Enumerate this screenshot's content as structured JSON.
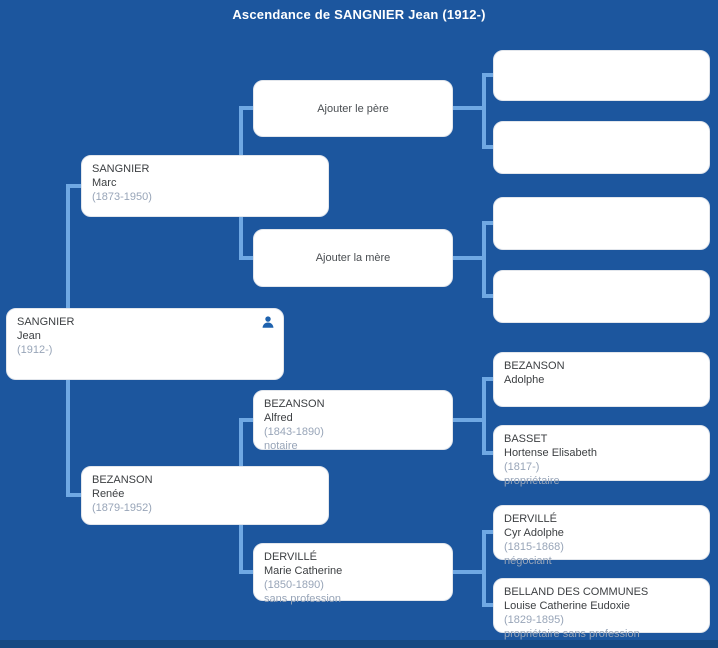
{
  "title": "Ascendance de SANGNIER Jean (1912-)",
  "colors": {
    "background": "#1c569e",
    "connector_line": "#6fa8e3",
    "box_background": "#ffffff",
    "name_text": "#3c3f42",
    "muted_text": "#98a5b8",
    "title_text": "#ffffff",
    "person_icon": "#1e62ae"
  },
  "icons": {
    "root_marker": "person-icon"
  },
  "nodes": {
    "root": {
      "surname": "SANGNIER",
      "given": "Jean",
      "dates": "(1912-)"
    },
    "father": {
      "surname": "SANGNIER",
      "given": "Marc",
      "dates": "(1873-1950)"
    },
    "mother": {
      "surname": "BEZANSON",
      "given": "Renée",
      "dates": "(1879-1952)"
    },
    "add_paternal_grandfather": {
      "label": "Ajouter le père"
    },
    "add_paternal_grandmother": {
      "label": "Ajouter la mère"
    },
    "maternal_grandfather": {
      "surname": "BEZANSON",
      "given": "Alfred",
      "dates": "(1843-1890)",
      "profession": "notaire"
    },
    "maternal_grandmother": {
      "surname": "DERVILLÉ",
      "given": "Marie Catherine",
      "dates": "(1850-1890)",
      "profession": "sans profession"
    },
    "maternal_great_grandfather_1": {
      "surname": "BEZANSON",
      "given": "Adolphe"
    },
    "maternal_great_grandmother_1": {
      "surname": "BASSET",
      "given": "Hortense Elisabeth",
      "dates": "(1817-)",
      "profession": "propriétaire"
    },
    "maternal_great_grandfather_2": {
      "surname": "DERVILLÉ",
      "given": "Cyr Adolphe",
      "dates": "(1815-1868)",
      "profession": "négociant"
    },
    "maternal_great_grandmother_2": {
      "surname": "BELLAND DES COMMUNES",
      "given": "Louise Catherine Eudoxie",
      "dates": "(1829-1895)",
      "profession": "propriétaire sans profession"
    }
  }
}
